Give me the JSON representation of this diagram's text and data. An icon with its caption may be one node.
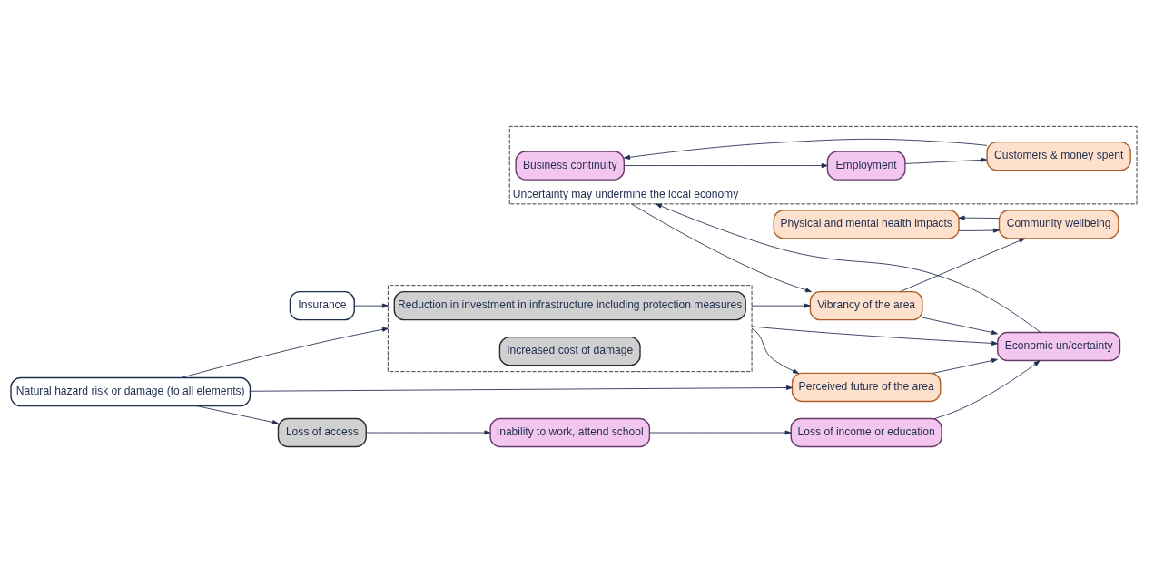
{
  "diagram": {
    "nodes": [
      {
        "text": [
          "Physical and mental health impacts"
        ]
      },
      {
        "text": [
          "Community wellbeing"
        ]
      },
      {
        "text": [
          "Insurance"
        ]
      },
      {
        "text": [],
        "shape": "box"
      },
      {
        "text": [
          "Reduction in investment in infrastructure including protection measures"
        ],
        "in": 3
      },
      {
        "text": [
          "Increased cost of damage"
        ],
        "in": 3
      },
      {
        "text": [
          "Vibrancy of the area"
        ]
      },
      {
        "text": [
          "Natural hazard risk or damage (to all elements)"
        ]
      },
      {
        "text": [
          "Perceived future of the area"
        ]
      },
      {
        "text": [
          "Economic un/certainty"
        ]
      },
      {
        "text": [
          "Uncertainty may undermine the local economy"
        ]
      },
      {
        "text": [
          "Business continuity"
        ],
        "in": 10
      },
      {
        "text": [
          "Customers & money spent"
        ],
        "in": 10
      },
      {
        "text": [
          "Employment"
        ],
        "in": 10
      },
      {
        "text": [
          "Loss of access"
        ]
      },
      {
        "text": [
          "Inability to work, attend school"
        ]
      },
      {
        "text": [
          "Loss of income or education"
        ]
      }
    ],
    "edges": [
      {
        "from": 2,
        "to": 3,
        "arrow": "to"
      },
      {
        "from": 7,
        "to": 3,
        "arrow": "to"
      },
      {
        "from": 3,
        "to": 8,
        "arrow": "to"
      },
      {
        "from": 3,
        "to": 6,
        "arrow": "to"
      },
      {
        "from": 3,
        "to": 9,
        "arrow": "to"
      },
      {
        "from": 7,
        "to": 8,
        "arrow": "to"
      },
      {
        "from": 8,
        "to": 9,
        "arrow": "to"
      },
      {
        "from": 6,
        "to": 9,
        "arrow": "to"
      },
      {
        "from": 6,
        "to": 1,
        "arrow": "to"
      },
      {
        "from": 1,
        "to": 0,
        "arrow": "to"
      },
      {
        "from": 0,
        "to": 1,
        "arrow": "to"
      },
      {
        "from": 10,
        "to": 6,
        "arrow": "to"
      },
      {
        "from": 9,
        "to": 10,
        "arrow": "to"
      },
      {
        "from": 12,
        "to": 11,
        "arrow": "to"
      },
      {
        "from": 11,
        "to": 13,
        "arrow": "to"
      },
      {
        "from": 13,
        "to": 12,
        "arrow": "to"
      },
      {
        "from": 7,
        "to": 14,
        "arrow": "to"
      },
      {
        "from": 14,
        "to": 15,
        "arrow": "to"
      },
      {
        "from": 15,
        "to": 16,
        "arrow": "to"
      },
      {
        "from": 16,
        "to": 9,
        "arrow": "to"
      }
    ]
  }
}
